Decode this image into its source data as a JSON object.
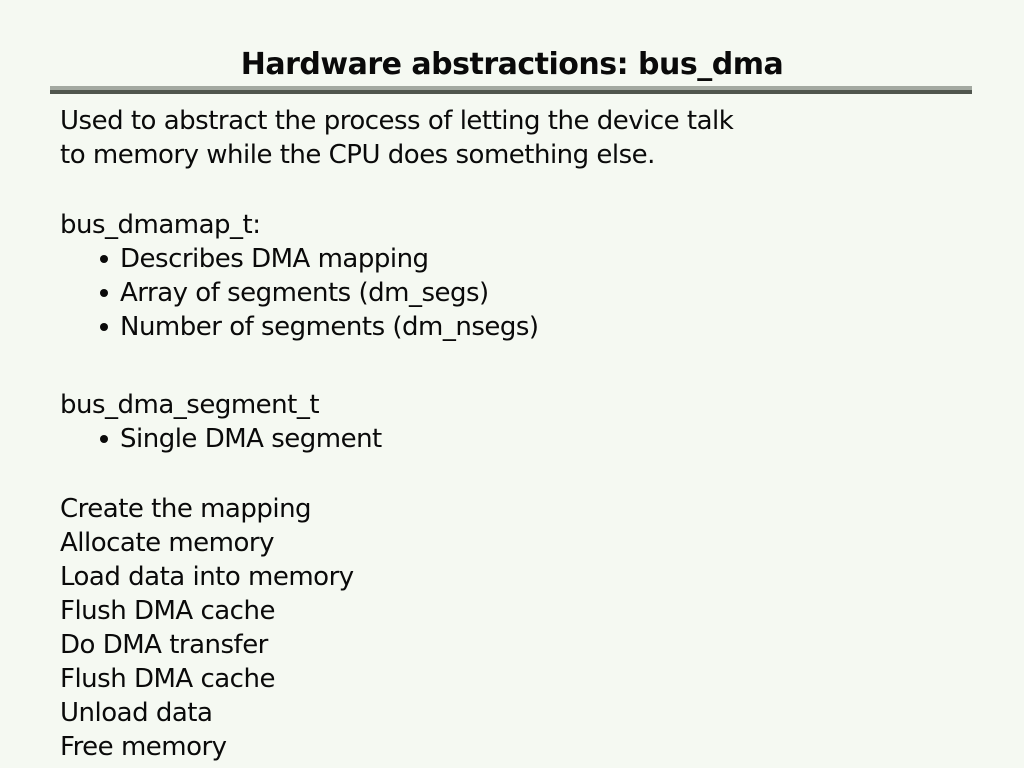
{
  "slide": {
    "title": "Hardware abstractions: bus_dma",
    "intro": [
      "Used to abstract the process of letting the device talk",
      "to memory while the CPU does something else."
    ],
    "sections": [
      {
        "heading": "bus_dmamap_t:",
        "bullets": [
          "Describes DMA mapping",
          "Array of segments (dm_segs)",
          "Number of segments (dm_nsegs)"
        ]
      },
      {
        "heading": "bus_dma_segment_t",
        "bullets": [
          "Single DMA segment"
        ]
      }
    ],
    "steps": [
      "Create the mapping",
      "Allocate memory",
      "Load data into memory",
      "Flush DMA cache",
      "Do DMA transfer",
      "Flush DMA cache",
      "Unload data",
      "Free memory"
    ],
    "colors": {
      "background": "#f5f9f2",
      "text": "#0a0a0a",
      "divider_top": "#a3a9a1",
      "divider_bottom": "#50564e"
    }
  }
}
